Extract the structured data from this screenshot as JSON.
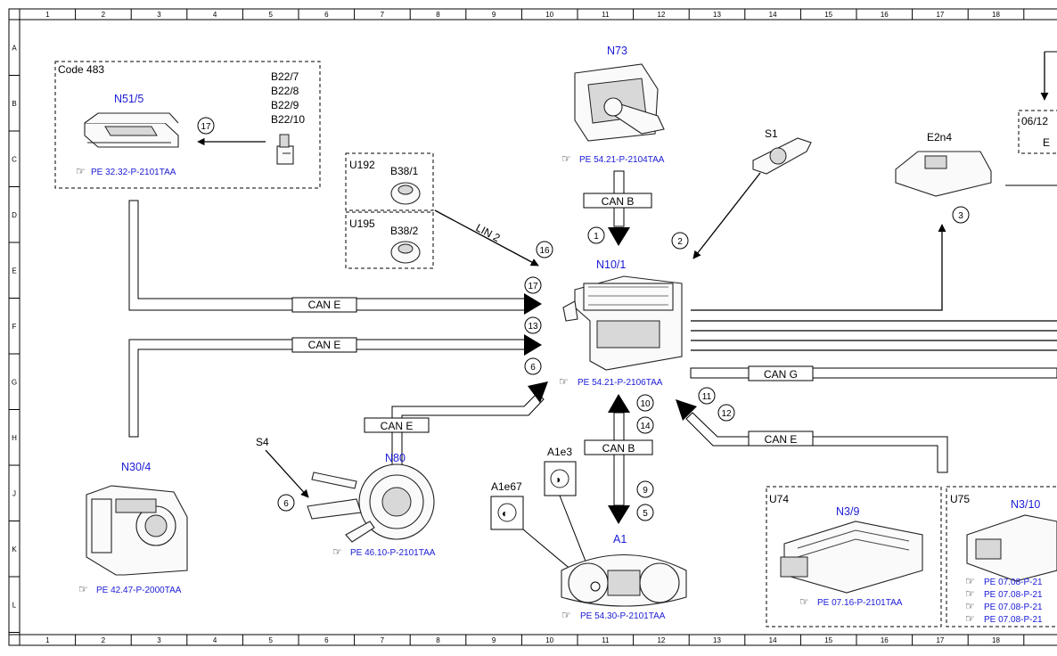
{
  "frame": {
    "columns": [
      "1",
      "2",
      "3",
      "4",
      "5",
      "6",
      "7",
      "8",
      "9",
      "10",
      "11",
      "12",
      "13",
      "14",
      "15",
      "16",
      "17",
      "18"
    ],
    "rows": [
      "A",
      "B",
      "C",
      "D",
      "E",
      "F",
      "G",
      "H",
      "J",
      "K",
      "L"
    ]
  },
  "groups": {
    "code483": "Code 483",
    "u192": "U192",
    "u195": "U195",
    "u74": "U74",
    "u75": "U75",
    "right_partial_title": "06/12",
    "right_partial_letter": "E"
  },
  "components": {
    "n51_5": {
      "name": "N51/5",
      "ref": "PE 32.32-P-2101TAA"
    },
    "b22": [
      "B22/7",
      "B22/8",
      "B22/9",
      "B22/10"
    ],
    "b38_1": "B38/1",
    "b38_2": "B38/2",
    "n73": {
      "name": "N73",
      "ref": "PE 54.21-P-2104TAA"
    },
    "s1": "S1",
    "e2n4": "E2n4",
    "n10_1": {
      "name": "N10/1",
      "ref": "PE 54.21-P-2106TAA"
    },
    "n30_4": {
      "name": "N30/4",
      "ref": "PE 42.47-P-2000TAA"
    },
    "s4": "S4",
    "n80": {
      "name": "N80",
      "ref": "PE 46.10-P-2101TAA"
    },
    "a1e67": "A1e67",
    "a1e3": "A1e3",
    "a1": {
      "name": "A1",
      "ref": "PE 54.30-P-2101TAA"
    },
    "n3_9": {
      "name": "N3/9",
      "ref": "PE 07.16-P-2101TAA"
    },
    "n3_10": {
      "name": "N3/10",
      "refs": [
        "PE 07.08-P-21",
        "PE 07.08-P-21",
        "PE 07.08-P-21",
        "PE 07.08-P-21"
      ]
    }
  },
  "buses": {
    "can_b": "CAN B",
    "can_e": "CAN E",
    "can_g": "CAN G",
    "lin_2": "LIN 2"
  },
  "callouts": {
    "c1": "1",
    "c2": "2",
    "c3": "3",
    "c5": "5",
    "c6": "6",
    "c9": "9",
    "c10": "10",
    "c11": "11",
    "c12": "12",
    "c13": "13",
    "c14": "14",
    "c16": "16",
    "c17": "17"
  },
  "colors": {
    "component_label": "#1a1ad6",
    "line": "#000000"
  }
}
